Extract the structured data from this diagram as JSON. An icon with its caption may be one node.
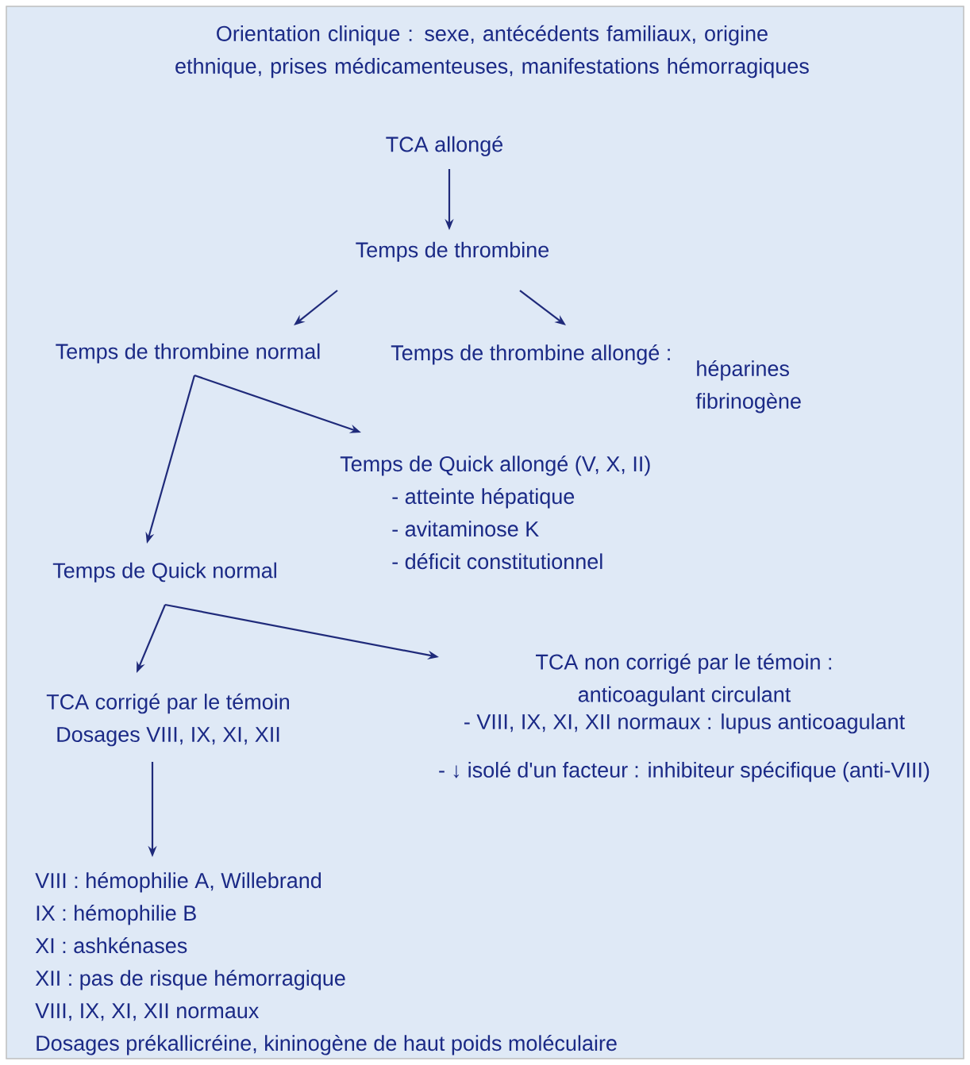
{
  "diagram": {
    "title": "Orientation clinique : sexe, antécédents familiaux, origine ethnique, prises médicamenteuses, manifestations hémorragiques",
    "nodes": [
      {
        "text": [
          "TCA allongé"
        ]
      },
      {
        "text": [
          "Temps de thrombine"
        ]
      },
      {
        "text": [
          "Temps de thrombine normal"
        ]
      },
      {
        "text": [
          "Temps de thrombine allongé :",
          "héparines fibrinogène"
        ]
      },
      {
        "text": [
          "Temps de Quick allongé (V, X, II)",
          "- atteinte hépatique",
          "- avitaminose K",
          "- déficit constitutionnel"
        ]
      },
      {
        "text": [
          "Temps de Quick normal"
        ]
      },
      {
        "text": [
          "TCA corrigé par le témoin",
          "Dosages VIII, IX, XI, XII"
        ]
      },
      {
        "text": [
          "TCA non corrigé par le témoin : anticoagulant circulant",
          "- VIII, IX, XI, XII normaux : lupus anticoagulant",
          "- ↓ isolé d'un facteur : inhibiteur spécifique (anti-VIII)"
        ]
      },
      {
        "text": [
          "VIII : hémophilie A, Willebrand",
          "IX : hémophilie B",
          "XI : ashkénases",
          "XII : pas de risque hémorragique",
          "VIII, IX, XI, XII normaux",
          "Dosages prékallicréine, kininogène de haut poids moléculaire"
        ]
      }
    ],
    "edges": [
      {
        "from": 0,
        "to": 1,
        "arrow": "to"
      },
      {
        "from": 1,
        "to": 2,
        "arrow": "to"
      },
      {
        "from": 1,
        "to": 3,
        "arrow": "to"
      },
      {
        "from": 2,
        "to": 4,
        "arrow": "to"
      },
      {
        "from": 2,
        "to": 5,
        "arrow": "to"
      },
      {
        "from": 5,
        "to": 7,
        "arrow": "to"
      },
      {
        "from": 5,
        "to": 6,
        "arrow": "to"
      },
      {
        "from": 6,
        "to": 8,
        "arrow": "to"
      }
    ]
  }
}
